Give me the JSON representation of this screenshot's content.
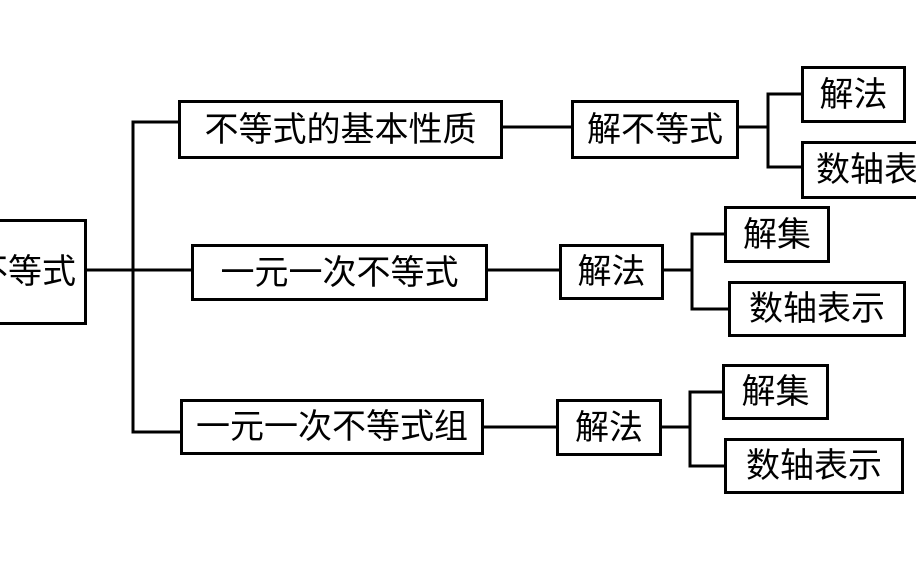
{
  "diagram": {
    "root": {
      "label": "不等式"
    },
    "branches": [
      {
        "label": "不等式的基本性质",
        "child": {
          "label": "解不等式",
          "children": [
            {
              "label": "解法"
            },
            {
              "label": "数轴表示"
            }
          ]
        }
      },
      {
        "label": "一元一次不等式",
        "child": {
          "label": "解法",
          "children": [
            {
              "label": "解集"
            },
            {
              "label": "数轴表示"
            }
          ]
        }
      },
      {
        "label": "一元一次不等式组",
        "child": {
          "label": "解法",
          "children": [
            {
              "label": "解集"
            },
            {
              "label": "数轴表示"
            }
          ]
        }
      }
    ]
  }
}
